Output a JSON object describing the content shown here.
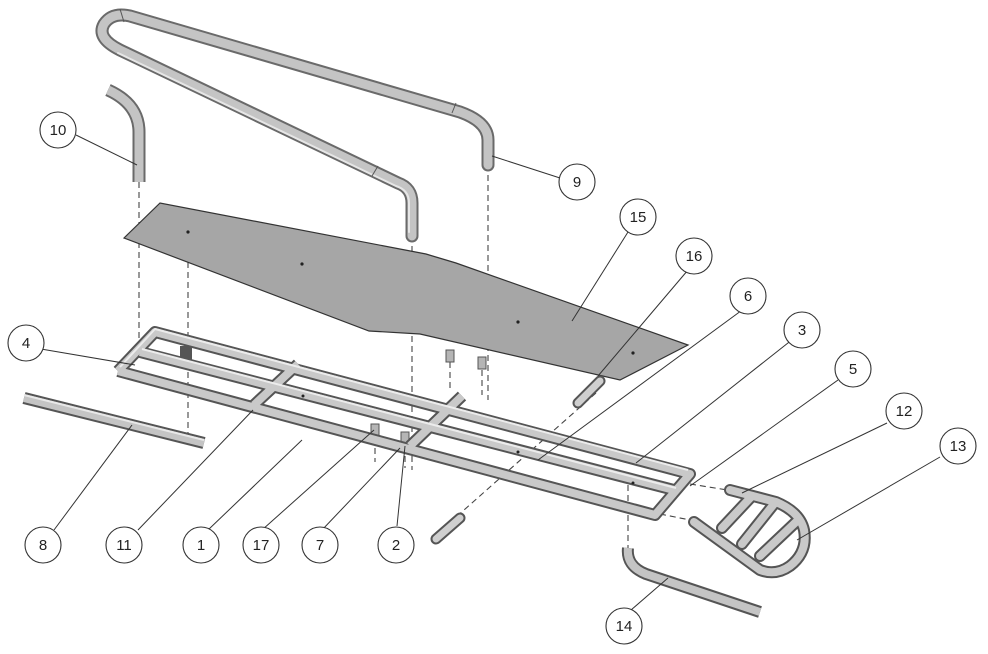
{
  "diagram": {
    "type": "exploded-assembly",
    "colors": {
      "background": "#ffffff",
      "tube_fill": "#b9b9b9",
      "tube_dark": "#6a6a6a",
      "tube_light": "#dcdcdc",
      "panel_fill": "#a6a6a6",
      "line": "#333333",
      "balloon_fill": "#ffffff"
    },
    "balloons": [
      {
        "label": "1"
      },
      {
        "label": "2"
      },
      {
        "label": "3"
      },
      {
        "label": "4"
      },
      {
        "label": "5"
      },
      {
        "label": "6"
      },
      {
        "label": "7"
      },
      {
        "label": "8"
      },
      {
        "label": "9"
      },
      {
        "label": "10"
      },
      {
        "label": "11"
      },
      {
        "label": "12"
      },
      {
        "label": "13"
      },
      {
        "label": "14"
      },
      {
        "label": "15"
      },
      {
        "label": "16"
      },
      {
        "label": "17"
      }
    ]
  }
}
